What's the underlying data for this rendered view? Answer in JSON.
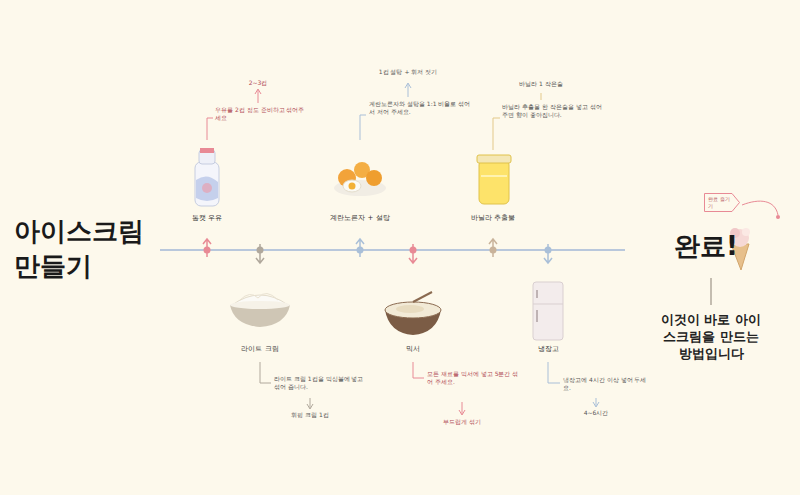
{
  "diagram": {
    "title": "아이스크림 만들기",
    "nodes": [
      {
        "text": [
          "완료 즐기기"
        ]
      }
    ],
    "labels": [
      "통캣 우유",
      "2~3컵",
      "우유를 2컵 정도 준비하고 섞어주세요",
      "계란노른자 + 설탕",
      "1컵 설탕 + 휘저 젓기",
      "계란노른자와 설탕을 1:1 비율로 섞어서 저어 주세요.",
      "바닐라 추출물",
      "바닐라 1 작은술",
      "바닐라 추출물 한 작은술을 넣고 섞어 주면 향이 좋아집니다.",
      "라이트 크림",
      "라이트 크림 1컵을 믹싱볼에 넣고 섞어 줍니다.",
      "휘핑 크림 1컵",
      "믹서",
      "모든 재료를 믹서에 넣고 5분간 섞어 주세요.",
      "부드럽게 섞기",
      "냉장고",
      "냉장고에 4시간 이상 넣어 두세요.",
      "4~6시간",
      "완료!",
      "이것이 바로 아이스크림을 만드는 방법입니다"
    ]
  }
}
